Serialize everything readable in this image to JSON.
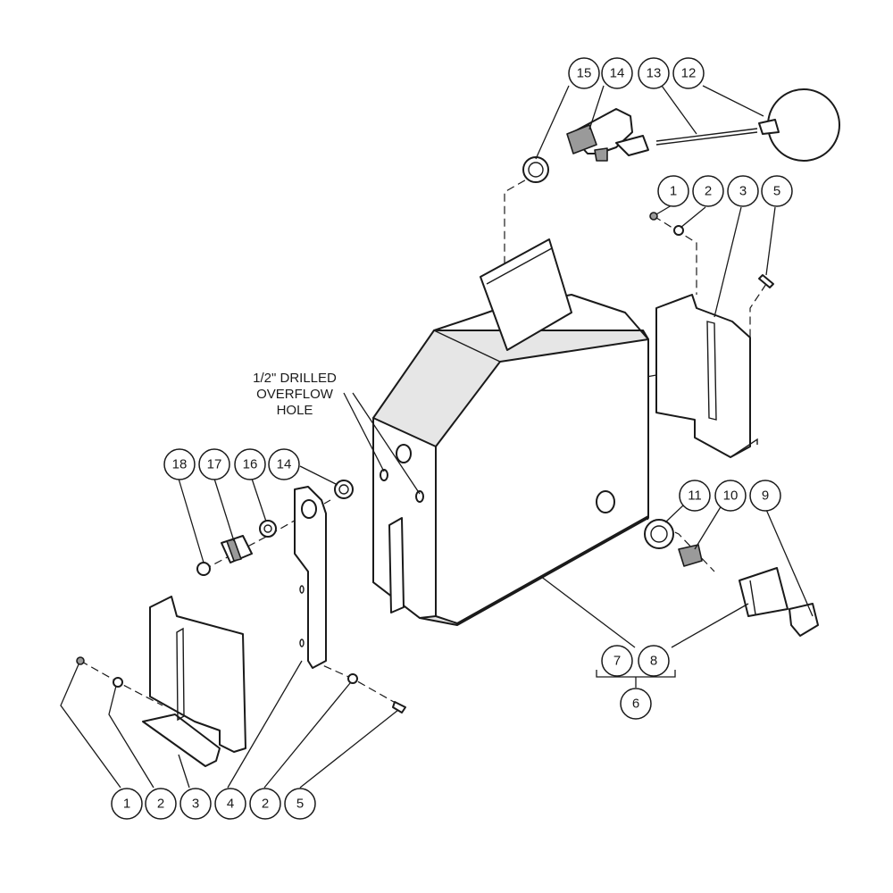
{
  "note": {
    "lines": [
      "1/2\" DRILLED",
      "OVERFLOW",
      "HOLE"
    ]
  },
  "callouts": {
    "c15": "15",
    "c14_top": "14",
    "c13": "13",
    "c12": "12",
    "c1_right": "1",
    "c2_right": "2",
    "c3_right": "3",
    "c5_right": "5",
    "c18": "18",
    "c17": "17",
    "c16": "16",
    "c14_left": "14",
    "c11": "11",
    "c10": "10",
    "c9": "9",
    "c7": "7",
    "c8": "8",
    "c6": "6",
    "c1_bottom": "1",
    "c2_bottom": "2",
    "c3_bottom": "3",
    "c4_bottom": "4",
    "c2_bottom_b": "2",
    "c5_bottom": "5"
  }
}
